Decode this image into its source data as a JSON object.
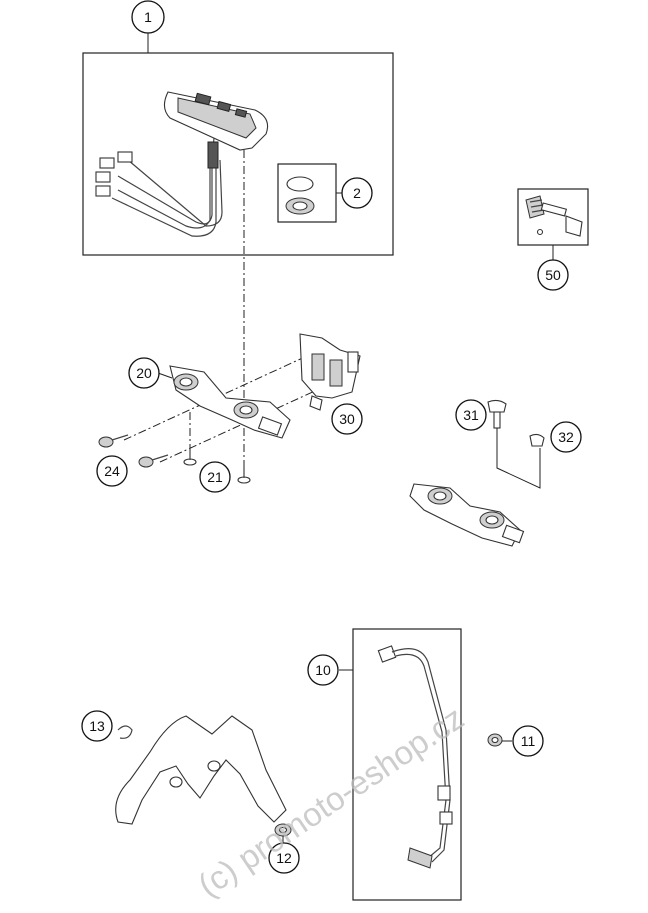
{
  "callouts": [
    {
      "id": "c1",
      "label": "1"
    },
    {
      "id": "c2",
      "label": "2"
    },
    {
      "id": "c50",
      "label": "50"
    },
    {
      "id": "c20",
      "label": "20"
    },
    {
      "id": "c30",
      "label": "30"
    },
    {
      "id": "c24",
      "label": "24"
    },
    {
      "id": "c21",
      "label": "21"
    },
    {
      "id": "c31",
      "label": "31"
    },
    {
      "id": "c32",
      "label": "32"
    },
    {
      "id": "c10",
      "label": "10"
    },
    {
      "id": "c11",
      "label": "11"
    },
    {
      "id": "c13",
      "label": "13"
    },
    {
      "id": "c12",
      "label": "12"
    }
  ],
  "watermark": "(c) promoto-eshop.cz"
}
